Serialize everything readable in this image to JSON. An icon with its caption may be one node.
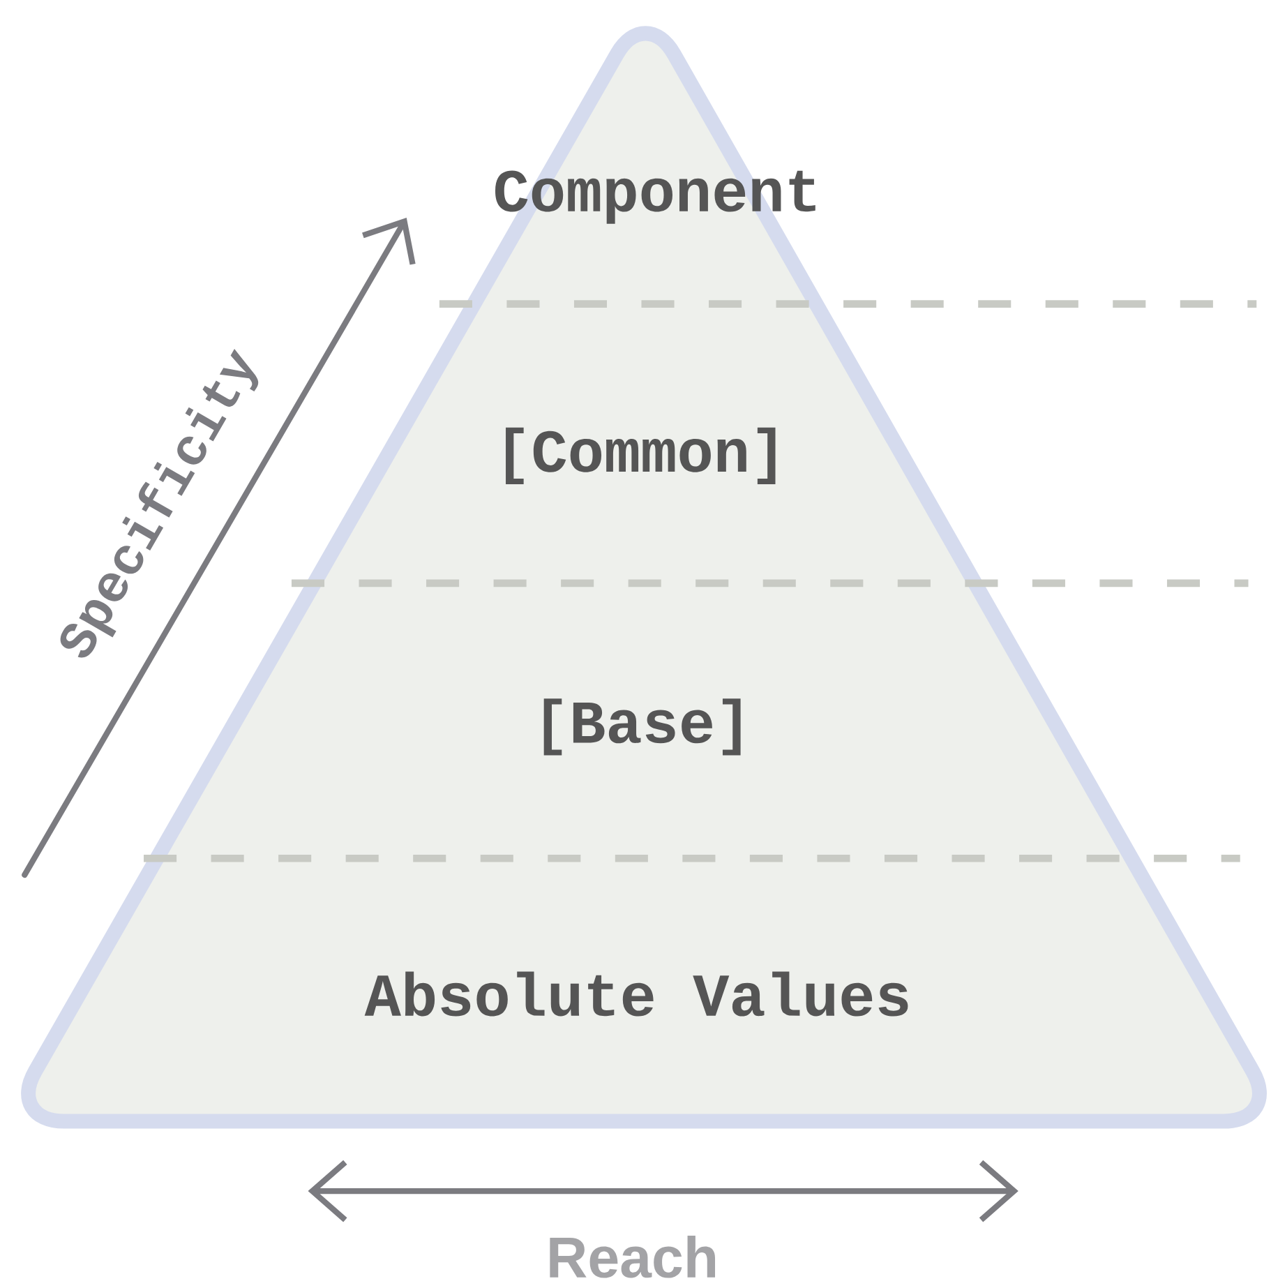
{
  "diagram": {
    "nodes": [
      {
        "text": [
          "Component",
          "[Common]",
          "[Base]",
          "Absolute Values"
        ]
      }
    ],
    "labels": [
      "Specificity",
      "Reach"
    ]
  }
}
